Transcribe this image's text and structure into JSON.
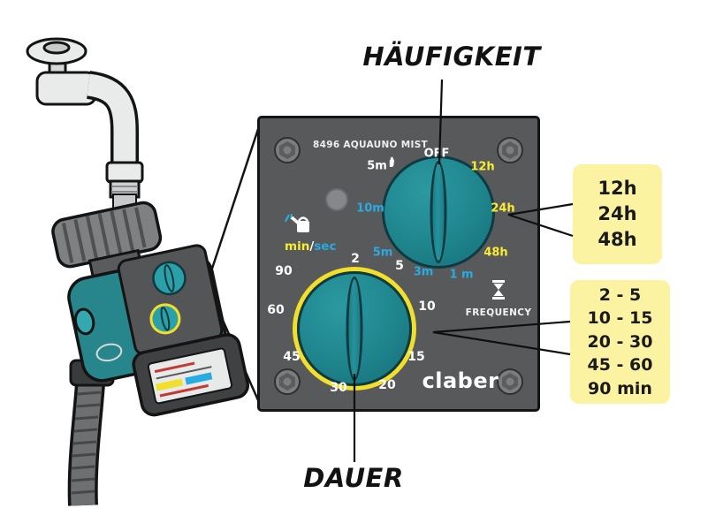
{
  "headings": {
    "frequency": "HÄUFIGKEIT",
    "duration": "DAUER"
  },
  "panel": {
    "model": "8496 AQUAUNO MIST",
    "brand_logo": "claber",
    "frequency_caption": "FREQUENCY",
    "minsec": {
      "min": "min",
      "sep": "/",
      "sec": "sec"
    },
    "frequency_dial": {
      "off": "OFF",
      "manual_5m": "5m",
      "h12": "12h",
      "h24": "24h",
      "h48": "48h",
      "m1": "1 m",
      "m3": "3m",
      "m5": "5m",
      "m10": "10m"
    },
    "duration_dial": {
      "v2": "2",
      "v5": "5",
      "v10": "10",
      "v15": "15",
      "v20": "20",
      "v30": "30",
      "v45": "45",
      "v60": "60",
      "v90": "90"
    }
  },
  "legend_frequency": [
    "12h",
    "24h",
    "48h"
  ],
  "legend_duration": [
    "2 - 5",
    "10 - 15",
    "20 - 30",
    "45 - 60",
    "90 min"
  ],
  "icons": {
    "watering_can": "watering-can-icon",
    "hand": "hand-icon",
    "hourglass": "hourglass-icon",
    "screw": "screw-icon"
  },
  "colors": {
    "panel_gray": "#58595B",
    "dial_teal": "#1F858D",
    "ring_yellow": "#F2DF2B",
    "label_yellow": "#F9ED32",
    "label_blue": "#29ABE2",
    "legend_bg": "#FBF2A2"
  }
}
